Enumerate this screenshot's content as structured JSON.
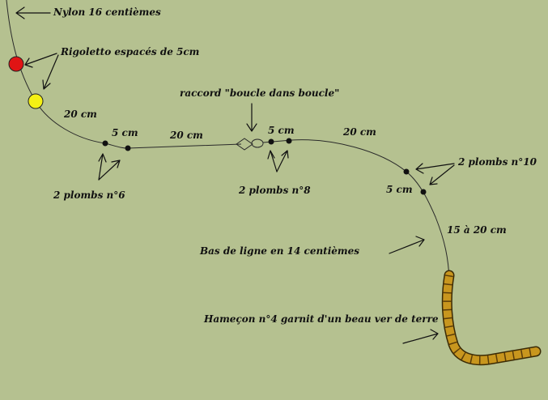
{
  "diagram": {
    "labels": {
      "nylon": "Nylon 16 centièmes",
      "rigoletto": "Rigoletto espacés de 5cm",
      "raccord": "raccord \"boucle dans boucle\"",
      "dist_20cm_a": "20 cm",
      "dist_5cm_a": "5 cm",
      "dist_20cm_b": "20 cm",
      "dist_5cm_b": "5 cm",
      "dist_20cm_c": "20 cm",
      "dist_5cm_c": "5 cm",
      "dist_15_20cm": "15 à 20 cm",
      "plombs_6": "2 plombs n°6",
      "plombs_8": "2 plombs n°8",
      "plombs_10": "2 plombs n°10",
      "bas_de_ligne": "Bas de ligne en 14 centièmes",
      "hamecon": "Hameçon n°4 garnit d'un beau ver de terre"
    },
    "colors": {
      "background": "#b5c190",
      "line": "#2a2a2a",
      "float_red": "#e01414",
      "float_yellow": "#f4f014",
      "worm": "#c8961e"
    }
  }
}
